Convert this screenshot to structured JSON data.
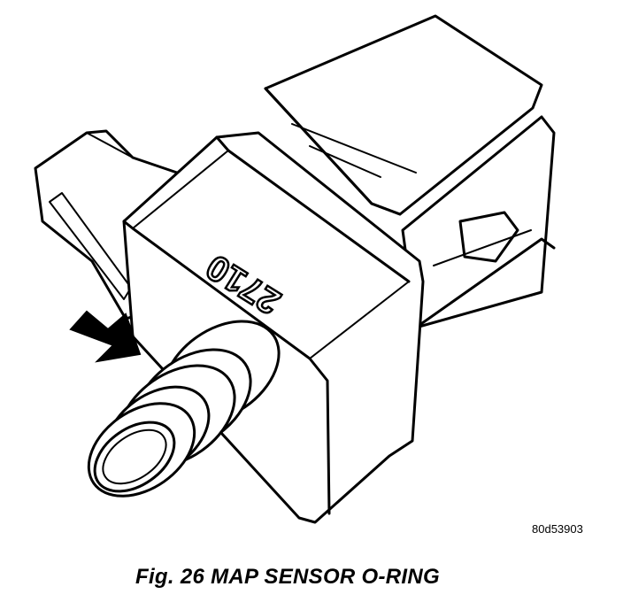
{
  "figure": {
    "image_code": "80d53903",
    "caption": "Fig. 26 MAP SENSOR O-RING",
    "part_marking": "2710"
  }
}
